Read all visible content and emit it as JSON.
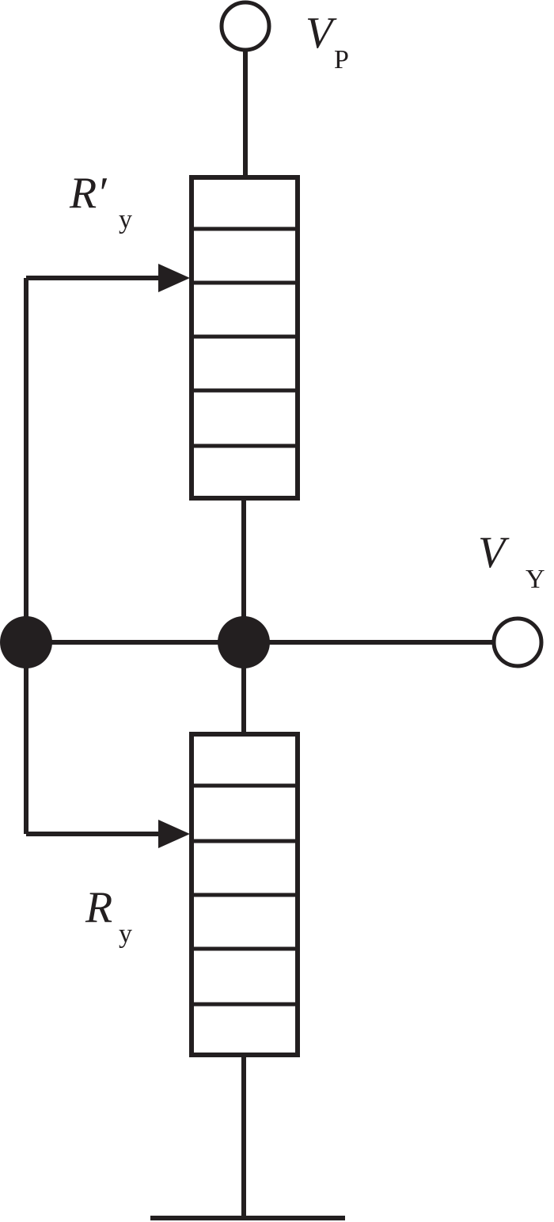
{
  "labels": {
    "vp": {
      "main": "V",
      "sub": "P"
    },
    "vy": {
      "main": "V",
      "sub": "Y"
    },
    "ry_prime": {
      "main": "R′",
      "sub": "y"
    },
    "ry": {
      "main": "R",
      "sub": "y"
    }
  },
  "colors": {
    "ink": "#231f20",
    "background": "#ffffff"
  }
}
